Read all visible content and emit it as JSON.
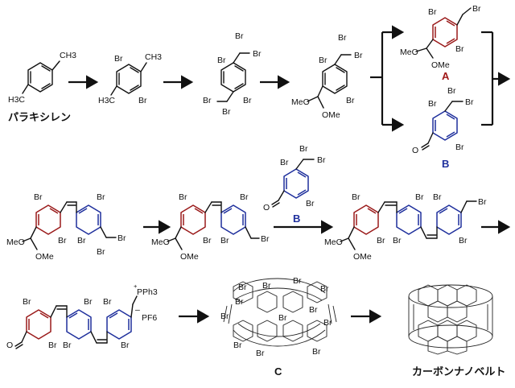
{
  "row1": {
    "start_caption": "パラキシレン",
    "ch3_top": "CH3",
    "h3c": "H3C",
    "br": "Br",
    "meo": "MeO",
    "ome": "OMe"
  },
  "compounds": {
    "A": "A",
    "B": "B",
    "C": "C"
  },
  "final_caption": "カーボンナノベルト",
  "phosphonium": {
    "pph3": "PPh3",
    "plus": "+",
    "minus": "–",
    "pf6": "PF6"
  },
  "colors": {
    "red_ring": "#9a1a1a",
    "blue_ring": "#1e2f9c",
    "label_A": "#a01818",
    "label_B": "#1e2f9c"
  }
}
